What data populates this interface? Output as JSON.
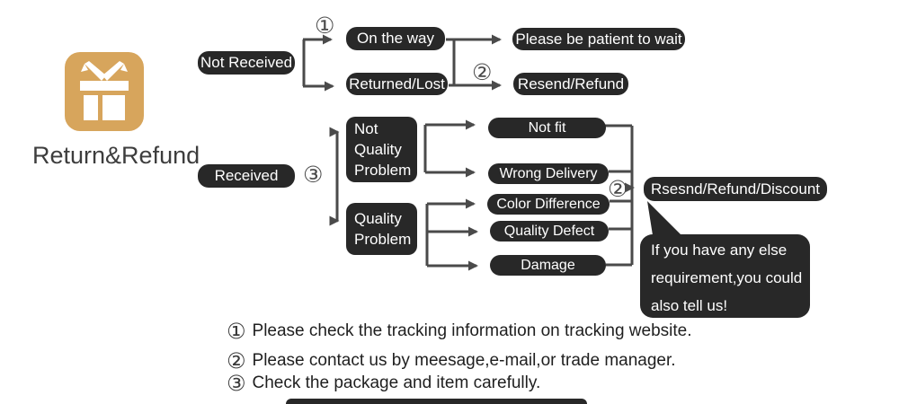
{
  "brand": {
    "label": "Return&Refund",
    "icon": "gift-icon",
    "icon_color": "#d7a55c"
  },
  "colors": {
    "node_background": "#282828",
    "node_text": "#ffffff",
    "connector": "#4a4a4a",
    "note_text": "#1f1f1f"
  },
  "flow": {
    "not_received": "Not Received",
    "on_the_way": "On the way",
    "returned_lost": "Returned/Lost",
    "please_wait": "Please be patient to wait",
    "resend_refund": "Resend/Refund",
    "received": "Received",
    "not_quality_problem": {
      "line1": "Not",
      "line2": "Quality",
      "line3": "Problem"
    },
    "quality_problem": {
      "line1": "Quality",
      "line2": "Problem"
    },
    "not_fit": "Not fit",
    "wrong_delivery": "Wrong Delivery",
    "color_difference": "Color Difference",
    "quality_defect": "Quality Defect",
    "damage": "Damage",
    "rsesnd_refund_discount": "Rsesnd/Refund/Discount",
    "bubble": {
      "line1": "If you have any else",
      "line2": "requirement,you could",
      "line3": "also tell us!"
    },
    "markers": {
      "step1": "①",
      "step2": "②",
      "step3": "③"
    }
  },
  "notes": [
    {
      "num": "①",
      "text": "Please check the tracking information on tracking website."
    },
    {
      "num": "②",
      "text": "Please contact us by meesage,e-mail,or trade manager."
    },
    {
      "num": "③",
      "text": "Check the package and item carefully."
    }
  ]
}
